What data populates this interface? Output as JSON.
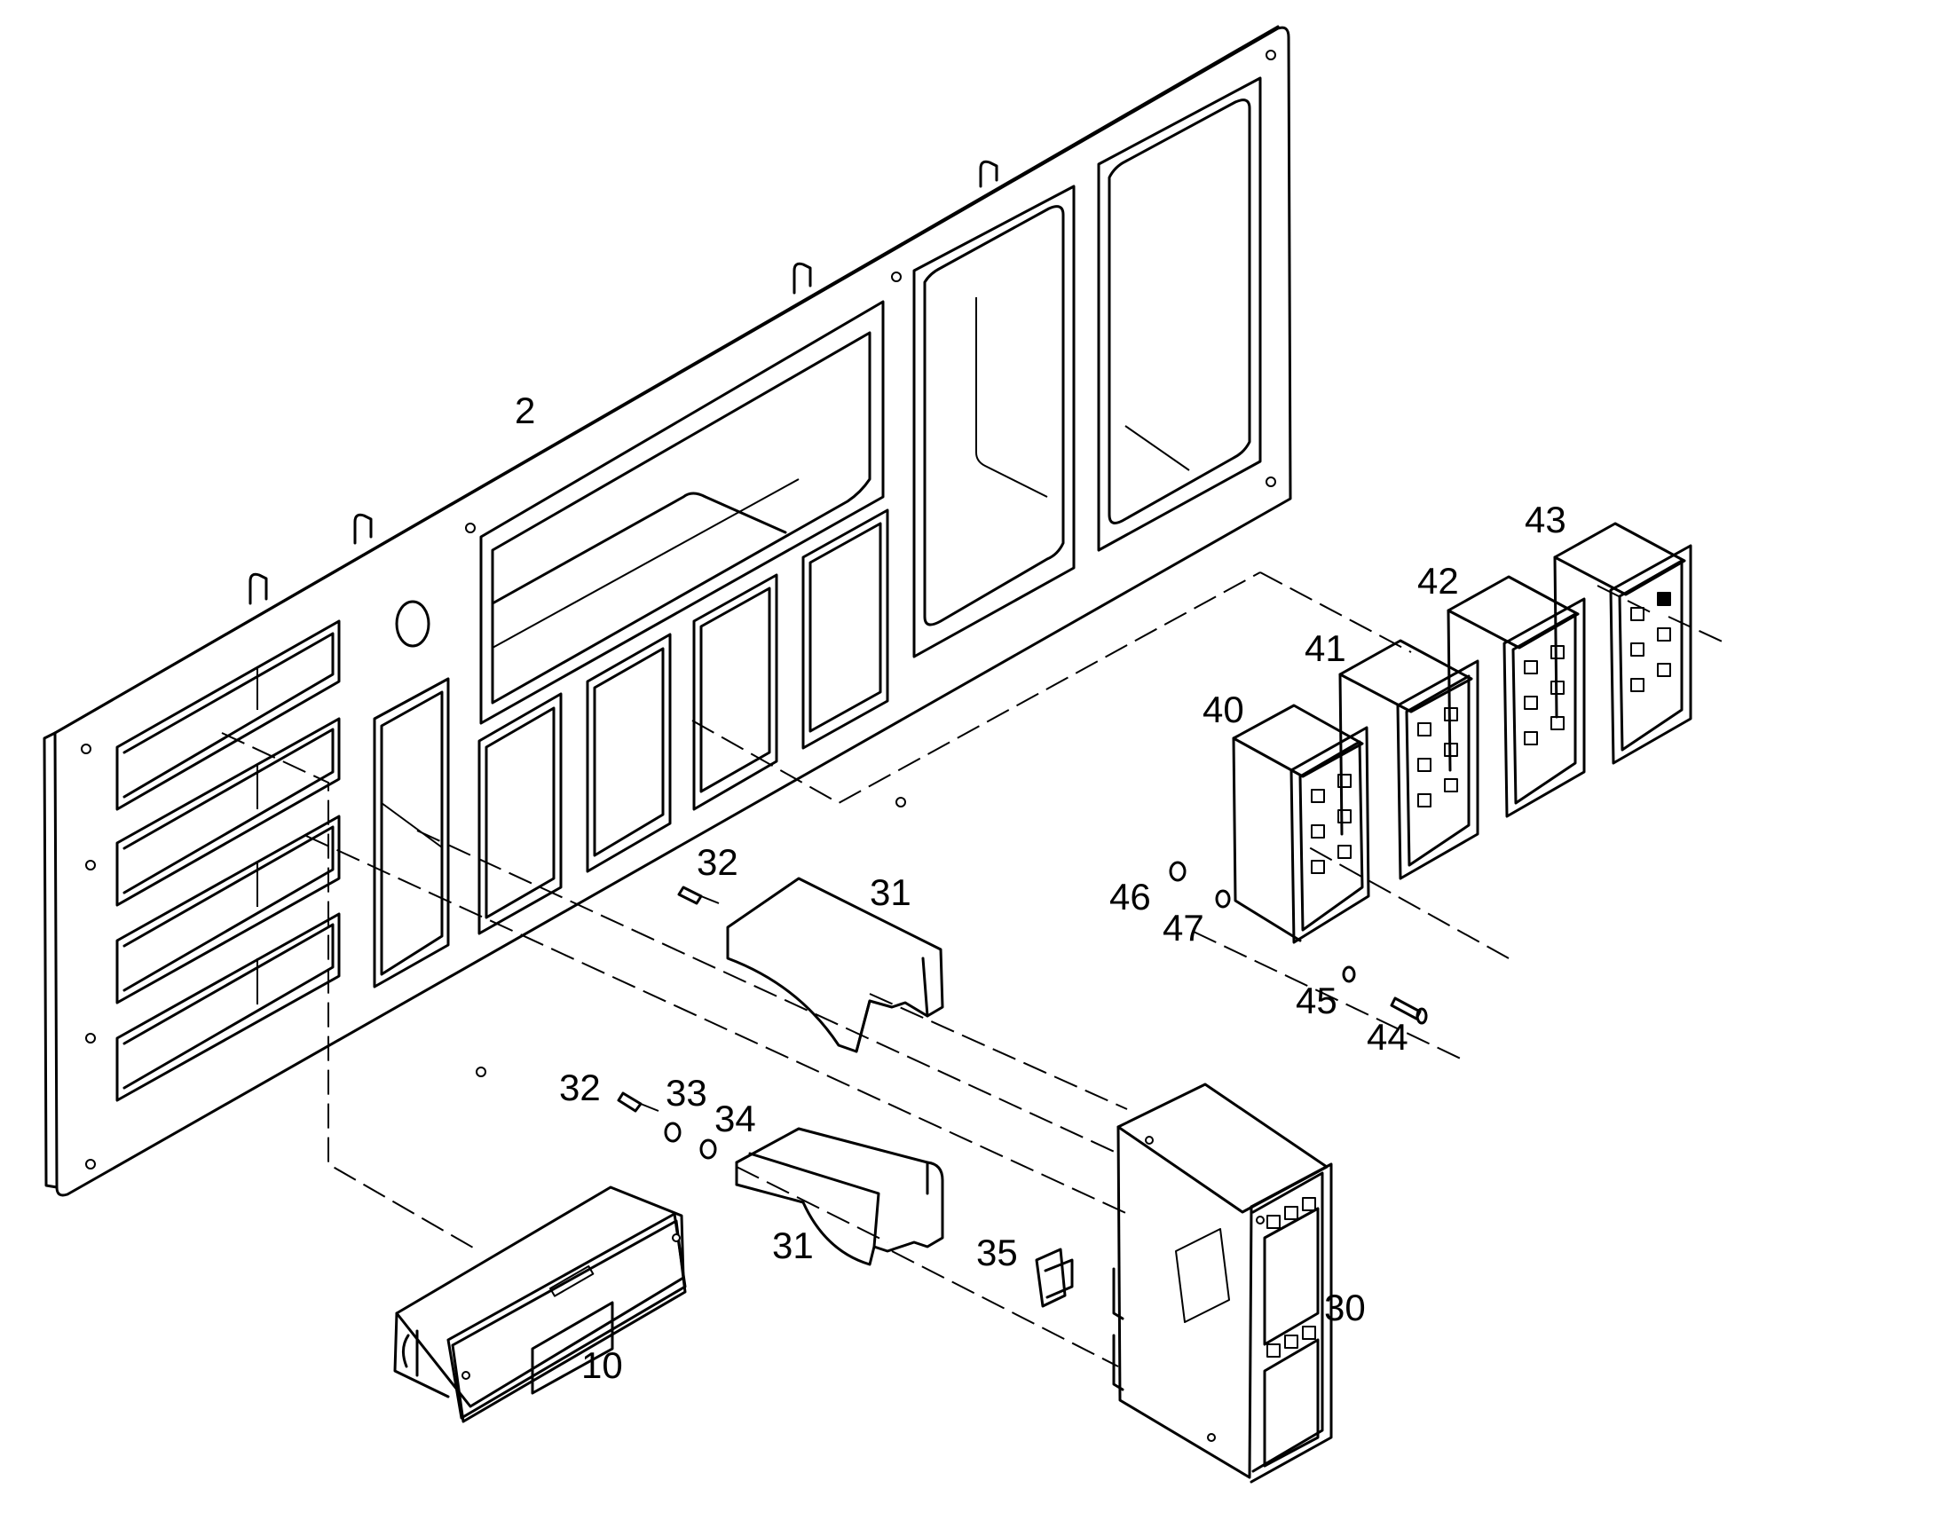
{
  "callouts": {
    "c2": "2",
    "c10": "10",
    "c30": "30",
    "c31a": "31",
    "c31b": "31",
    "c32a": "32",
    "c32b": "32",
    "c33": "33",
    "c34": "34",
    "c35": "35",
    "c40": "40",
    "c41": "41",
    "c42": "42",
    "c43": "43",
    "c44": "44",
    "c45": "45",
    "c46": "46",
    "c47": "47"
  },
  "colors": {
    "line": "#000000",
    "background": "#ffffff"
  }
}
